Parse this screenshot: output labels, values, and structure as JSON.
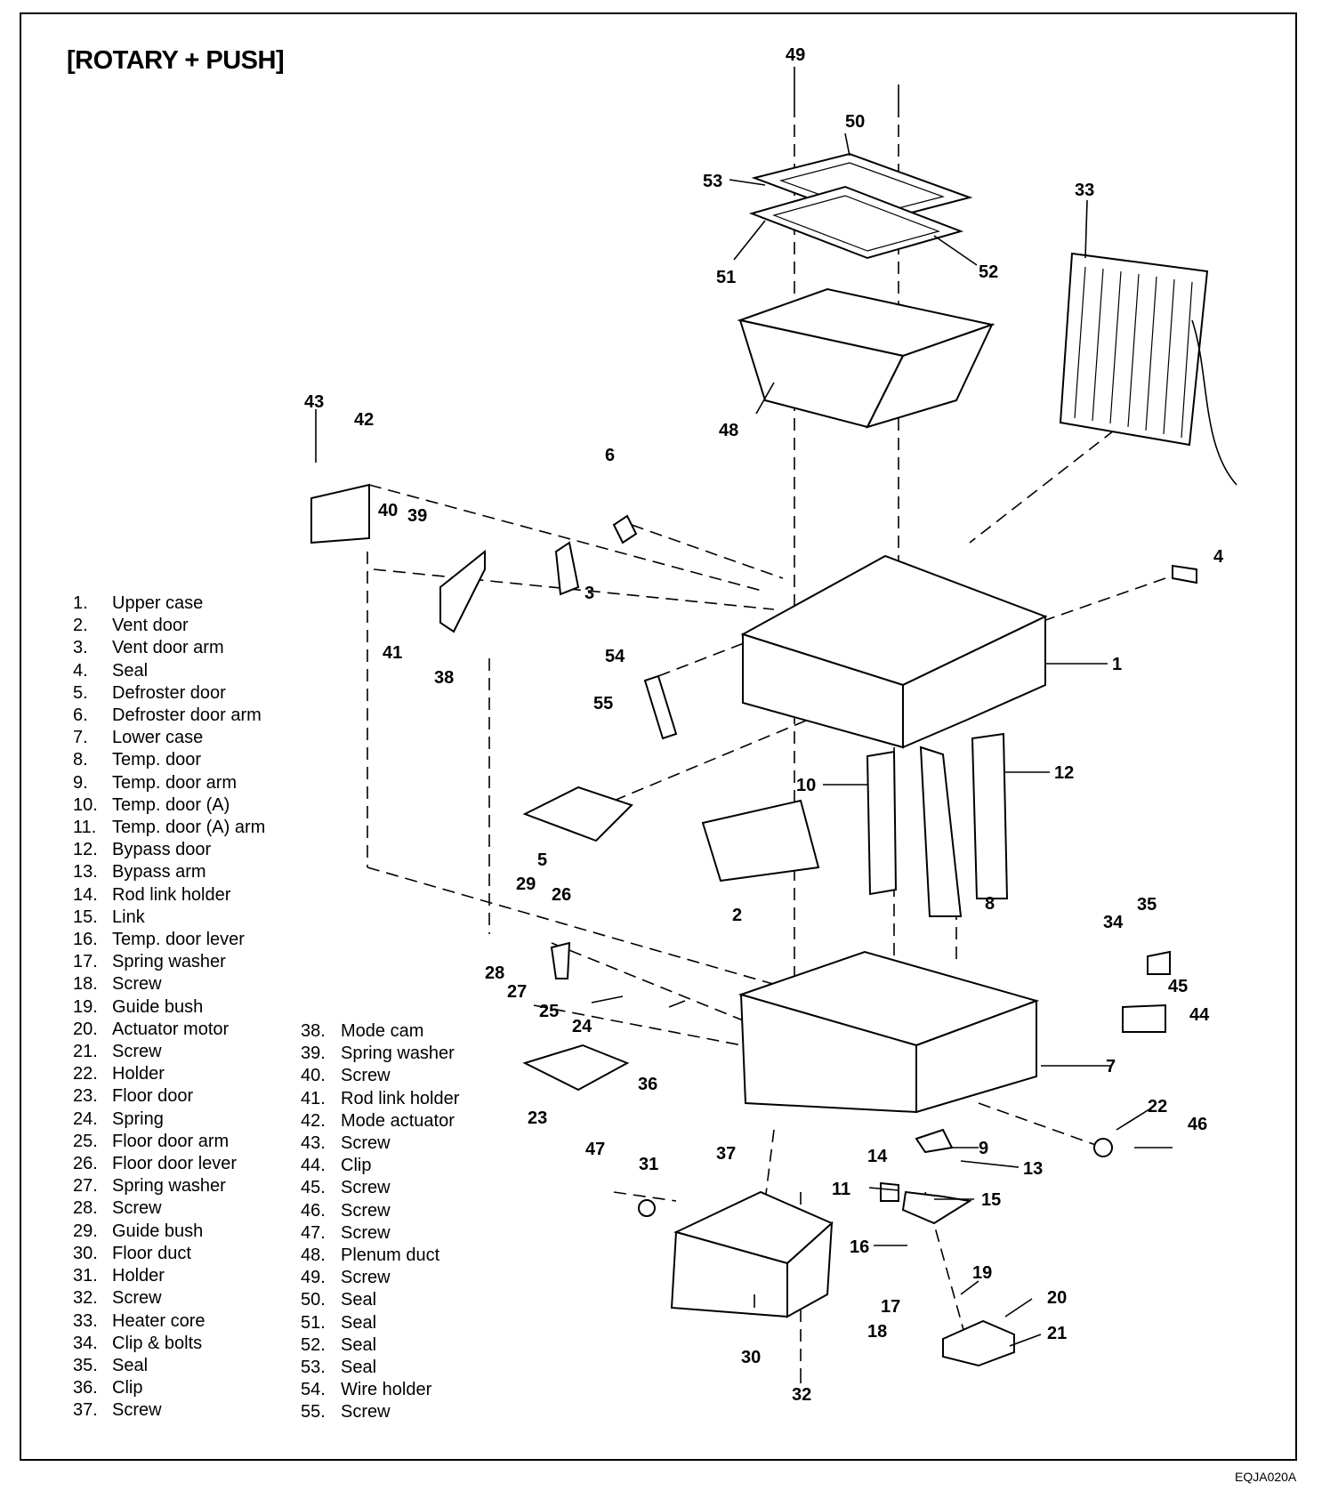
{
  "title": "[ROTARY + PUSH]",
  "figure_code": "EQJA020A",
  "legend_left": [
    {
      "num": "1.",
      "label": "Upper case"
    },
    {
      "num": "2.",
      "label": "Vent door"
    },
    {
      "num": "3.",
      "label": "Vent door arm"
    },
    {
      "num": "4.",
      "label": "Seal"
    },
    {
      "num": "5.",
      "label": "Defroster door"
    },
    {
      "num": "6.",
      "label": "Defroster door arm"
    },
    {
      "num": "7.",
      "label": "Lower case"
    },
    {
      "num": "8.",
      "label": "Temp. door"
    },
    {
      "num": "9.",
      "label": "Temp. door arm"
    },
    {
      "num": "10.",
      "label": "Temp. door (A)"
    },
    {
      "num": "11.",
      "label": "Temp. door (A) arm"
    },
    {
      "num": "12.",
      "label": "Bypass door"
    },
    {
      "num": "13.",
      "label": "Bypass arm"
    },
    {
      "num": "14.",
      "label": "Rod link holder"
    },
    {
      "num": "15.",
      "label": "Link"
    },
    {
      "num": "16.",
      "label": "Temp. door lever"
    },
    {
      "num": "17.",
      "label": "Spring washer"
    },
    {
      "num": "18.",
      "label": "Screw"
    },
    {
      "num": "19.",
      "label": "Guide bush"
    },
    {
      "num": "20.",
      "label": "Actuator motor"
    },
    {
      "num": "21.",
      "label": "Screw"
    },
    {
      "num": "22.",
      "label": "Holder"
    },
    {
      "num": "23.",
      "label": "Floor door"
    },
    {
      "num": "24.",
      "label": "Spring"
    },
    {
      "num": "25.",
      "label": "Floor door arm"
    },
    {
      "num": "26.",
      "label": "Floor door lever"
    },
    {
      "num": "27.",
      "label": "Spring washer"
    },
    {
      "num": "28.",
      "label": "Screw"
    },
    {
      "num": "29.",
      "label": "Guide bush"
    },
    {
      "num": "30.",
      "label": "Floor duct"
    },
    {
      "num": "31.",
      "label": "Holder"
    },
    {
      "num": "32.",
      "label": "Screw"
    },
    {
      "num": "33.",
      "label": "Heater core"
    },
    {
      "num": "34.",
      "label": "Clip & bolts"
    },
    {
      "num": "35.",
      "label": "Seal"
    },
    {
      "num": "36.",
      "label": "Clip"
    },
    {
      "num": "37.",
      "label": "Screw"
    }
  ],
  "legend_right": [
    {
      "num": "38.",
      "label": "Mode cam"
    },
    {
      "num": "39.",
      "label": "Spring washer"
    },
    {
      "num": "40.",
      "label": "Screw"
    },
    {
      "num": "41.",
      "label": "Rod link holder"
    },
    {
      "num": "42.",
      "label": "Mode actuator"
    },
    {
      "num": "43.",
      "label": "Screw"
    },
    {
      "num": "44.",
      "label": "Clip"
    },
    {
      "num": "45.",
      "label": "Screw"
    },
    {
      "num": "46.",
      "label": "Screw"
    },
    {
      "num": "47.",
      "label": "Screw"
    },
    {
      "num": "48.",
      "label": "Plenum duct"
    },
    {
      "num": "49.",
      "label": "Screw"
    },
    {
      "num": "50.",
      "label": "Seal"
    },
    {
      "num": "51.",
      "label": "Seal"
    },
    {
      "num": "52.",
      "label": "Seal"
    },
    {
      "num": "53.",
      "label": "Seal"
    },
    {
      "num": "54.",
      "label": "Wire holder"
    },
    {
      "num": "55.",
      "label": "Screw"
    }
  ],
  "callouts": {
    "c1": "1",
    "c2": "2",
    "c3": "3",
    "c4": "4",
    "c5": "5",
    "c6": "6",
    "c7": "7",
    "c8": "8",
    "c9": "9",
    "c10": "10",
    "c11": "11",
    "c12": "12",
    "c13": "13",
    "c14": "14",
    "c15": "15",
    "c16": "16",
    "c17": "17",
    "c18": "18",
    "c19": "19",
    "c20": "20",
    "c21": "21",
    "c22": "22",
    "c23": "23",
    "c24": "24",
    "c25": "25",
    "c26": "26",
    "c27": "27",
    "c28": "28",
    "c29": "29",
    "c30": "30",
    "c31": "31",
    "c32": "32",
    "c33": "33",
    "c34": "34",
    "c35": "35",
    "c36": "36",
    "c37": "37",
    "c38": "38",
    "c39": "39",
    "c40": "40",
    "c41": "41",
    "c42": "42",
    "c43": "43",
    "c44": "44",
    "c45": "45",
    "c46": "46",
    "c47": "47",
    "c48": "48",
    "c49": "49",
    "c50": "50",
    "c51": "51",
    "c52": "52",
    "c53": "53",
    "c54": "54",
    "c55": "55"
  }
}
